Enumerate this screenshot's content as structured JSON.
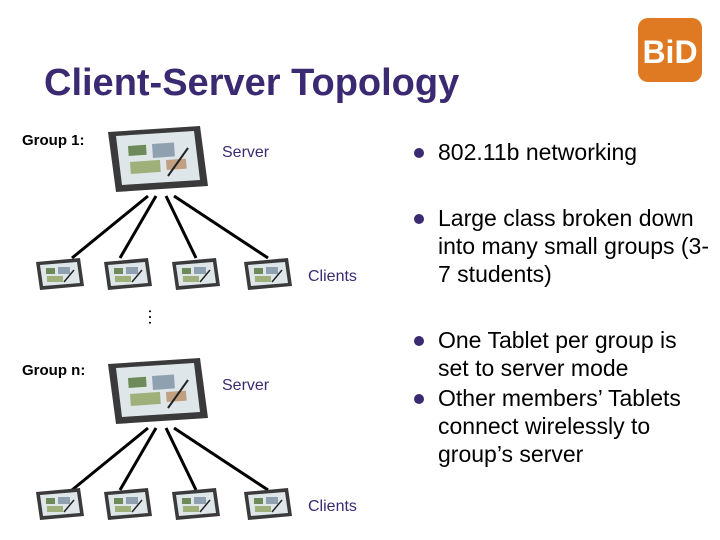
{
  "title": "Client-Server Topology",
  "logo_text": "BiD",
  "groups": [
    {
      "label": "Group 1:",
      "server_label": "Server",
      "clients_label": "Clients"
    },
    {
      "label": "Group n:",
      "server_label": "Server",
      "clients_label": "Clients"
    }
  ],
  "ellipsis": "…",
  "bullets": [
    "802.11b networking",
    "Large class broken down into many small groups (3-7 students)",
    "One Tablet per group is set to server mode",
    "Other members’ Tablets connect wirelessly to group’s server"
  ],
  "colors": {
    "title": "#3b2a72",
    "bullet": "#3b2a72",
    "logo_bg": "#e07a22",
    "tablet_body": "#3a3a3a",
    "tablet_screen": "#dfe6ea"
  }
}
